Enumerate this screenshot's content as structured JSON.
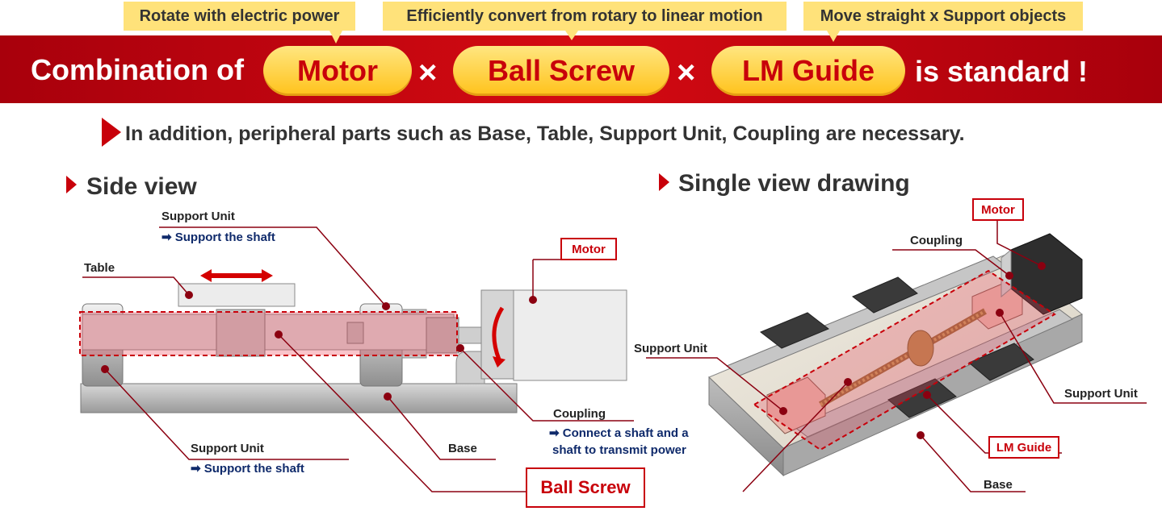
{
  "callouts": {
    "motor": "Rotate with electric power",
    "ball_screw": "Efficiently convert from rotary to linear motion",
    "lm_guide": "Move straight x Support objects"
  },
  "banner": {
    "prefix": "Combination of",
    "motor": "Motor",
    "times": "×",
    "ball_screw": "Ball Screw",
    "lm_guide": "LM Guide",
    "suffix": "is standard !"
  },
  "note": "In addition, peripheral parts such as Base, Table, Support Unit, Coupling are necessary.",
  "side_view": {
    "heading": "Side view",
    "support_unit_top": "Support Unit",
    "support_unit_top_desc": "➡ Support the shaft",
    "table": "Table",
    "motor": "Motor",
    "support_unit_bottom": "Support Unit",
    "support_unit_bottom_desc": "➡ Support the shaft",
    "base": "Base",
    "coupling": "Coupling",
    "coupling_desc_1": "➡ Connect a shaft and a",
    "coupling_desc_2": "shaft to transmit power"
  },
  "ball_screw_label": "Ball Screw",
  "single_view": {
    "heading": "Single view drawing",
    "motor": "Motor",
    "coupling": "Coupling",
    "support_unit_left": "Support Unit",
    "support_unit_right": "Support Unit",
    "lm_guide": "LM Guide",
    "base": "Base"
  },
  "colors": {
    "accent_red": "#c8000a",
    "banner_red": "#b3000d",
    "callout_yellow": "#ffe27a",
    "pill_yellow": "#ffc21a",
    "dark_blue_text": "#0f2a6b"
  }
}
